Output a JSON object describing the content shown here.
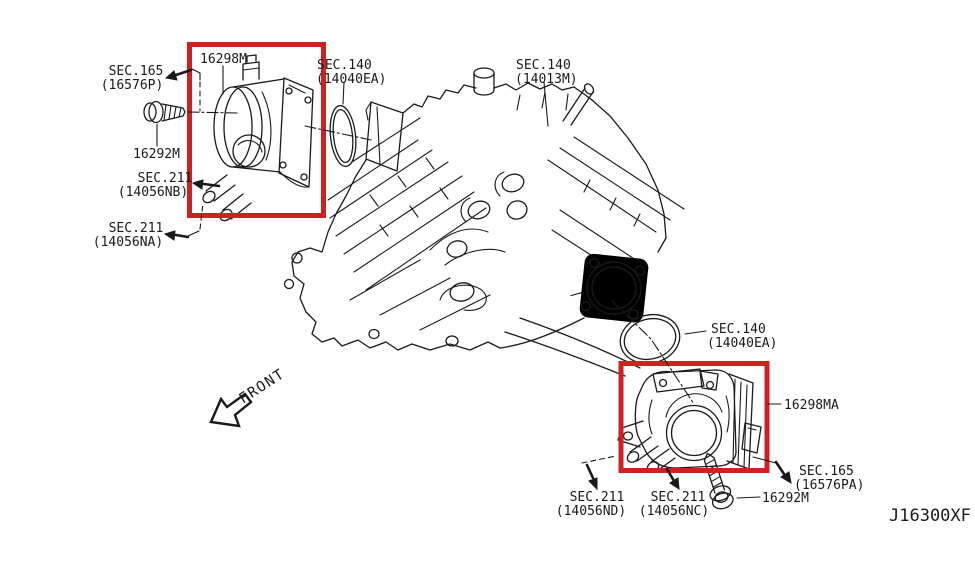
{
  "diagram": {
    "code": "J16300XF",
    "front_label": "FRONT",
    "colors": {
      "highlight": "#cc2222",
      "line": "#1a1a1a"
    },
    "labels": {
      "sec165_top": {
        "l1": "SEC.165",
        "l2": "(16576P)"
      },
      "part_16298M": "16298M",
      "sec140_gasket_top": {
        "l1": "SEC.140",
        "l2": "(14040EA)"
      },
      "sec140_manifold": {
        "l1": "SEC.140",
        "l2": "(14013M)"
      },
      "bolt_top": "16292M",
      "sec211_nb": {
        "l1": "SEC.211",
        "l2": "(14056NB)"
      },
      "sec211_na": {
        "l1": "SEC.211",
        "l2": "(14056NA)"
      },
      "sec140_gasket_bottom": {
        "l1": "SEC.140",
        "l2": "(14040EA)"
      },
      "part_16298MA": "16298MA",
      "sec165_bottom": {
        "l1": "SEC.165",
        "l2": "(16576PA)"
      },
      "sec211_nd": {
        "l1": "SEC.211",
        "l2": "(14056ND)"
      },
      "sec211_nc": {
        "l1": "SEC.211",
        "l2": "(14056NC)"
      },
      "bolt_bottom": "16292M"
    }
  }
}
